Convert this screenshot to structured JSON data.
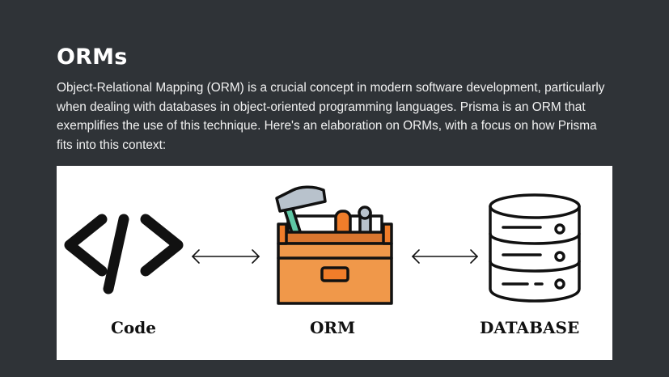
{
  "section": {
    "title": "ORMs",
    "paragraph": "Object-Relational Mapping (ORM) is a crucial concept in modern software development, particularly when dealing with databases in object-oriented programming languages. Prisma is an ORM that exemplifies the use of this technique. Here's an elaboration on ORMs, with a focus on how Prisma fits into this context:"
  },
  "figure": {
    "labels": {
      "code": "Code",
      "orm": "ORM",
      "database": "DATABASE"
    },
    "icons": [
      "code-brackets-icon",
      "double-arrow-icon",
      "toolbox-icon",
      "double-arrow-icon",
      "database-icon"
    ],
    "colors": {
      "toolbox": "#f0984a",
      "toolbox_dark": "#d9762f",
      "screwdriver_handle": "#f07d2a",
      "hammer_handle": "#5ec7a5",
      "tool_metal": "#b8c2cc",
      "stroke": "#111111"
    }
  }
}
